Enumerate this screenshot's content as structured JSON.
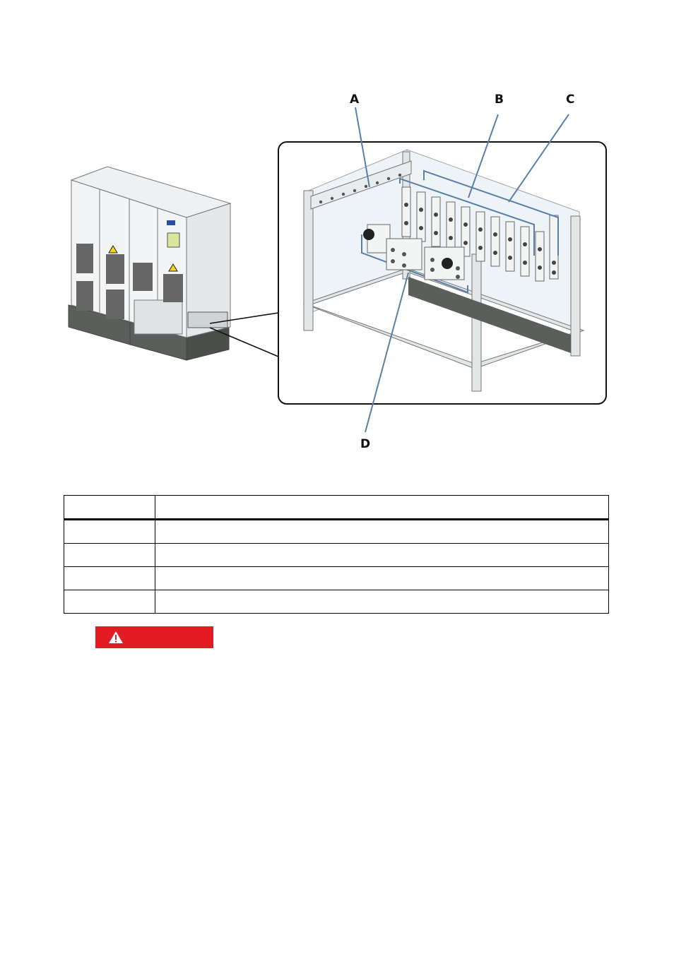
{
  "figure": {
    "callouts": {
      "a": "A",
      "b": "B",
      "c": "C",
      "d": "D"
    }
  },
  "legend_table": {
    "header": [
      "",
      ""
    ],
    "rows": [
      [
        "",
        ""
      ],
      [
        "",
        ""
      ],
      [
        "",
        ""
      ],
      [
        "",
        ""
      ]
    ]
  },
  "danger_banner": {
    "label": "",
    "color": "#e31c24",
    "icon": "warning-triangle-icon"
  }
}
